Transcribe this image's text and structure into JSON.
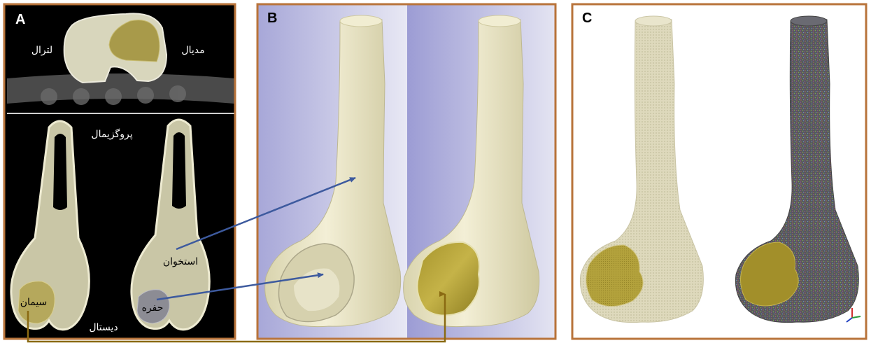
{
  "panels": {
    "a": {
      "letter": "A",
      "labels": {
        "lateral": "لترال",
        "medial": "مدیال",
        "proximal": "پروگزیمال",
        "bone": "استخوان",
        "cement": "سیمان",
        "cavity": "حفره",
        "distal": "دیستال"
      }
    },
    "b": {
      "letter": "B"
    },
    "c": {
      "letter": "C"
    }
  },
  "colors": {
    "panel_border": "#b8733a",
    "bone": "#e8e4c6",
    "bone_shade": "#cfcaa4",
    "cement": "#b8a94a",
    "cavity": "#8c8c94",
    "arrow_blue": "#3d5a9e",
    "arrow_gold": "#8a6a12",
    "ct_background": "#000000",
    "b_background": "#a9a9d6",
    "triad_x": "#d03030",
    "triad_y": "#2a9a3a",
    "triad_z": "#2040c0"
  }
}
